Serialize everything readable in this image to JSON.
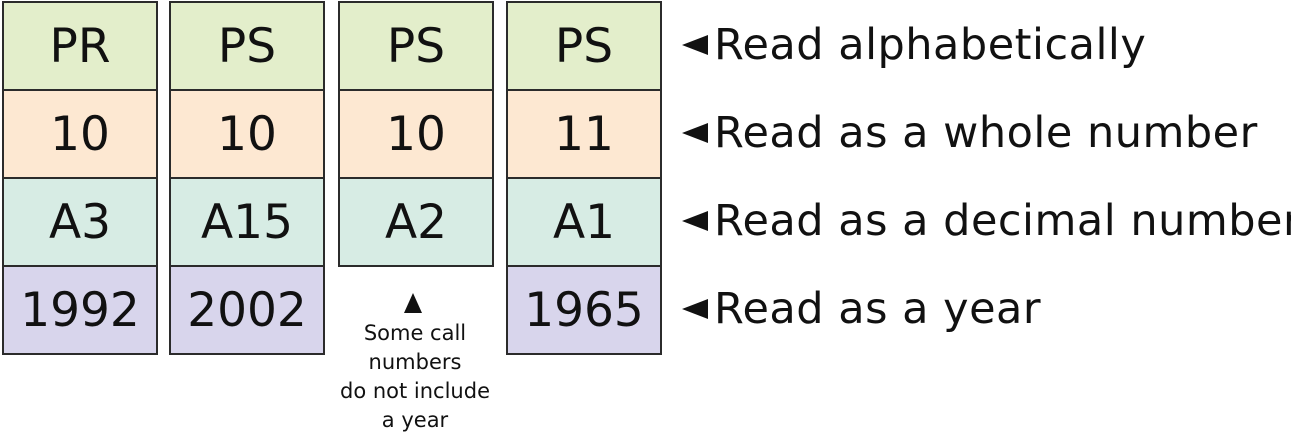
{
  "colors": {
    "row1": "#e3eecb",
    "row2": "#fde8d2",
    "row3": "#d7ece4",
    "row4": "#d8d5ec",
    "border": "#2b2b2b"
  },
  "columns": [
    {
      "cells": [
        "PR",
        "10",
        "A3",
        "1992"
      ]
    },
    {
      "cells": [
        "PS",
        "10",
        "A15",
        "2002"
      ]
    },
    {
      "cells": [
        "PS",
        "10",
        "A2"
      ]
    },
    {
      "cells": [
        "PS",
        "11",
        "A1",
        "1965"
      ]
    }
  ],
  "row_labels": [
    "Read alphabetically",
    "Read as a whole number",
    "Read as a decimal number",
    "Read as a year"
  ],
  "note": {
    "lines": [
      "Some call",
      "numbers",
      "do not include",
      "a year"
    ],
    "icon": "arrow-up-icon"
  },
  "label_icon": "arrow-left-icon"
}
